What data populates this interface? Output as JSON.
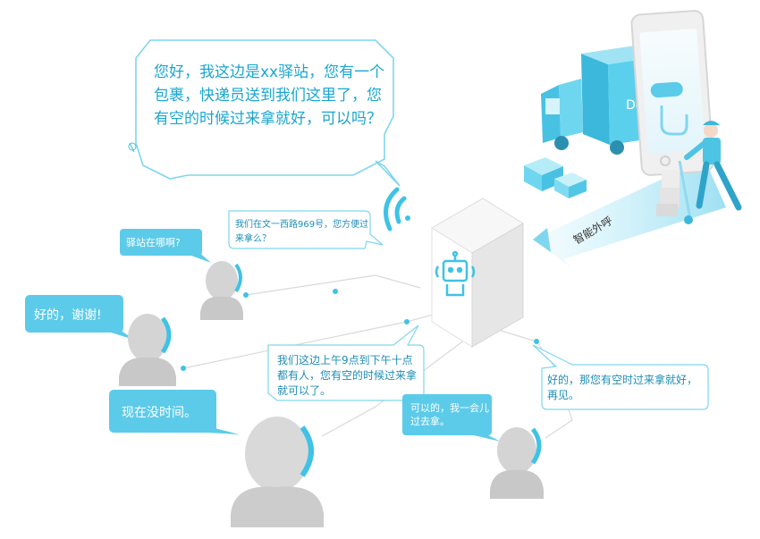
{
  "main_bubble": {
    "text": "您好，我这边是xx驿站，您有一个包裹，快递员送到我们这里了，您有空的时候过来拿就好，可以吗？"
  },
  "outline_bubbles": [
    {
      "id": "s1",
      "text": "我们在文一西路969号，您方便过来拿么？"
    },
    {
      "id": "s2",
      "text": "我们这边上午9点到下午十点都有人，您有空的时候过来拿就可以了。"
    },
    {
      "id": "s3",
      "text": "好的，那您有空时过来拿就好，再见。"
    }
  ],
  "solid_bubbles": [
    {
      "id": "b1",
      "text": "驿站在哪啊?"
    },
    {
      "id": "b2",
      "text": "好的，谢谢!"
    },
    {
      "id": "b3",
      "text": "现在没时间。"
    },
    {
      "id": "b4",
      "text": "可以的，我一会儿过去拿。"
    }
  ],
  "arrow_label": "智能外呼",
  "truck_logo": "De",
  "colors": {
    "accent": "#3fc2e6",
    "accent_light": "#a9e6f5",
    "accent_dark": "#1aa6cf",
    "person_gray": "#c9c9c9",
    "server_gray": "#e6e6e6"
  }
}
